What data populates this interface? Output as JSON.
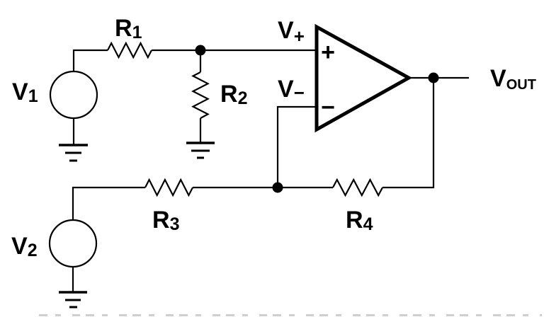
{
  "figure": {
    "type": "circuit-schematic",
    "description": "Difference amplifier built with an op-amp, two voltage sources and four resistors"
  },
  "colors": {
    "ink": "#000000",
    "background": "#ffffff",
    "remnant": "#a8a8a8"
  },
  "labels": {
    "v1": {
      "main": "V",
      "sub": "1"
    },
    "v2": {
      "main": "V",
      "sub": "2"
    },
    "r1": {
      "main": "R",
      "sub": "1"
    },
    "r2": {
      "main": "R",
      "sub": "2"
    },
    "r3": {
      "main": "R",
      "sub": "3"
    },
    "r4": {
      "main": "R",
      "sub": "4"
    },
    "vplus": {
      "main": "V",
      "sub": "+"
    },
    "vminus": {
      "main": "V",
      "sub": "−"
    },
    "vout": {
      "main": "V",
      "sub": "OUT"
    },
    "opamp": {
      "noninverting_input": "+",
      "inverting_input": "−"
    }
  },
  "components": {
    "sources": [
      {
        "id": "V1",
        "type": "voltage-source",
        "grounded": true,
        "feeds": "R1 to op-amp non-inverting input"
      },
      {
        "id": "V2",
        "type": "voltage-source",
        "grounded": true,
        "feeds": "R3 to op-amp inverting input"
      }
    ],
    "resistors": [
      {
        "id": "R1",
        "between": [
          "V1",
          "V+ node"
        ]
      },
      {
        "id": "R2",
        "between": [
          "V+ node",
          "ground"
        ]
      },
      {
        "id": "R3",
        "between": [
          "V2",
          "V− node"
        ]
      },
      {
        "id": "R4",
        "between": [
          "V− node",
          "output node"
        ]
      }
    ],
    "opamp": {
      "inputs": [
        "V+",
        "V−"
      ],
      "output": "VOUT"
    },
    "junction_dots": 3,
    "grounds": 3
  }
}
